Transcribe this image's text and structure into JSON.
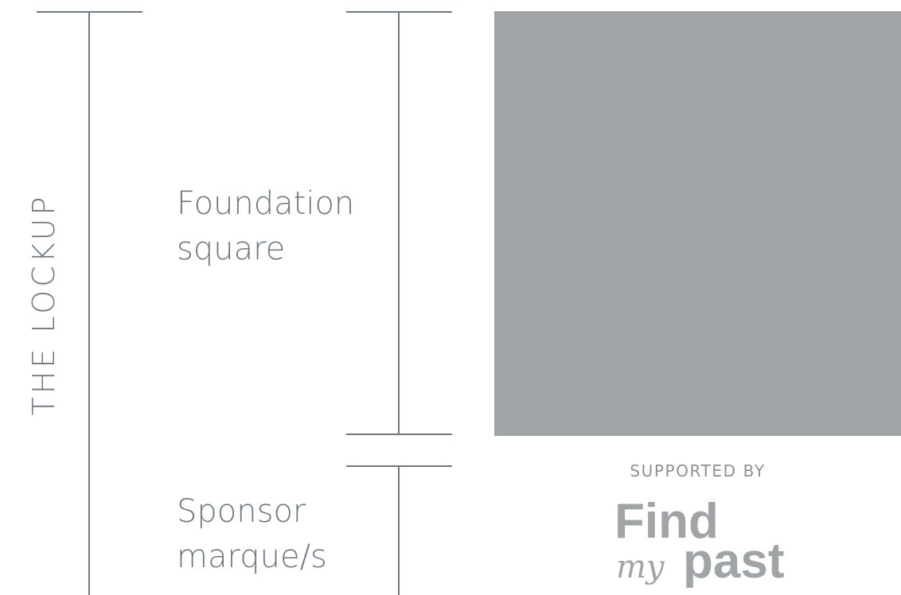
{
  "vertical_label": "THE LOCKUP",
  "sections": {
    "foundation": {
      "line1": "Foundation",
      "line2": "square"
    },
    "sponsor": {
      "line1": "Sponsor",
      "line2": "marque/s"
    }
  },
  "supported_by": "SUPPORTED BY",
  "sponsor_logo": {
    "word_top": "Find",
    "word_script": "my",
    "word_bottom": "past"
  },
  "colors": {
    "line": "#6f7882",
    "label_text": "#6f7882",
    "foundation_square": "#a1a4a7",
    "logo": "#a1a4a7"
  }
}
